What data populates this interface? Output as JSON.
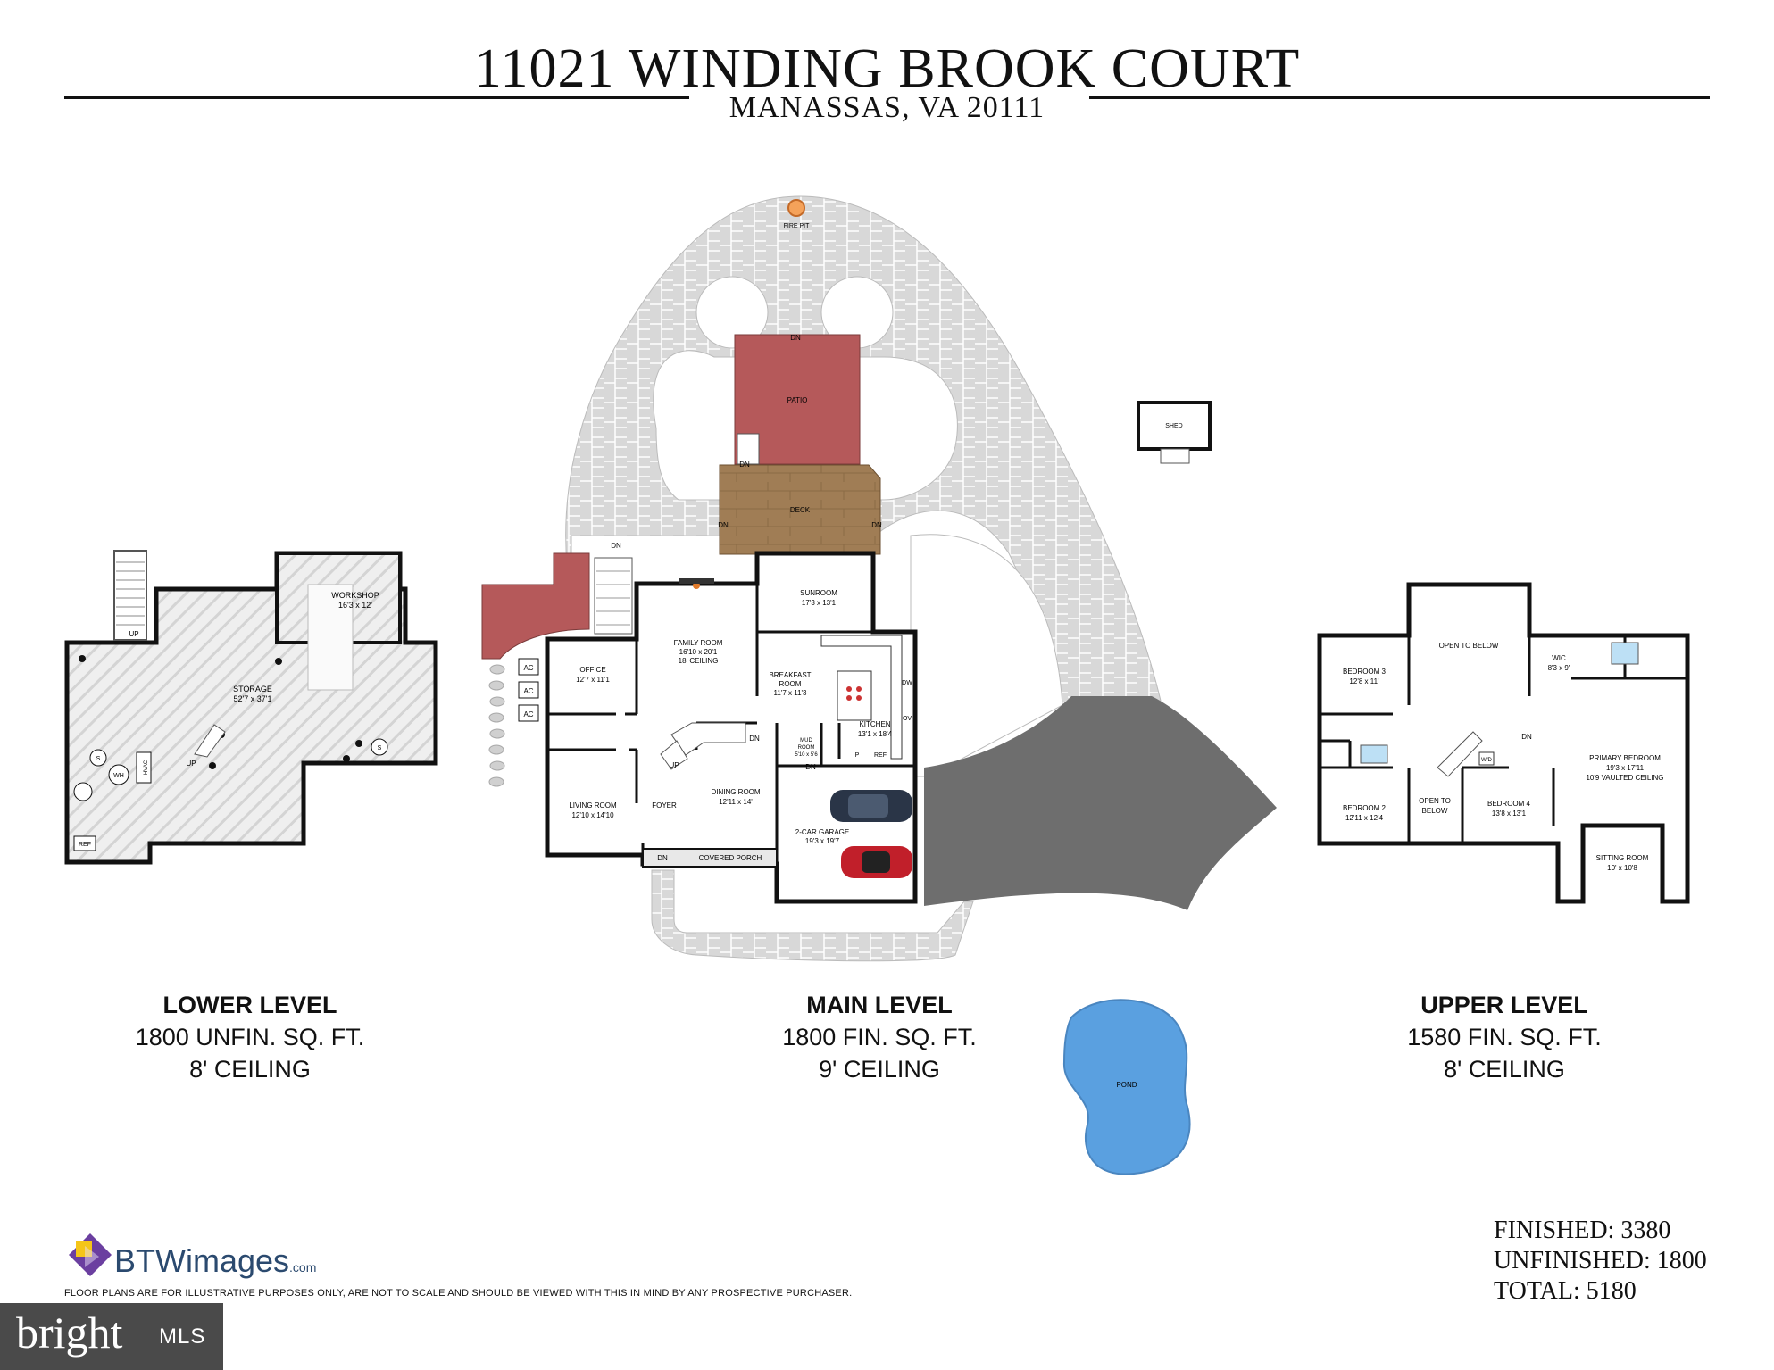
{
  "header": {
    "title": "11021 WINDING BROOK COURT",
    "subtitle": "MANASSAS, VA 20111"
  },
  "levels": [
    {
      "name": "LOWER LEVEL",
      "area": "1800 UNFIN. SQ. FT.",
      "ceiling": "8' CEILING"
    },
    {
      "name": "MAIN LEVEL",
      "area": "1800 FIN. SQ. FT.",
      "ceiling": "9' CEILING"
    },
    {
      "name": "UPPER LEVEL",
      "area": "1580 FIN. SQ. FT.",
      "ceiling": "8' CEILING"
    }
  ],
  "totals": {
    "finished": "FINISHED: 3380",
    "unfinished": "UNFINISHED: 1800",
    "total": "TOTAL: 5180"
  },
  "branding": {
    "logo_text": "BTWimages",
    "logo_suffix": ".com",
    "disclaimer": "FLOOR PLANS ARE FOR ILLUSTRATIVE PURPOSES ONLY, ARE NOT TO SCALE AND SHOULD BE VIEWED WITH THIS IN MIND BY ANY PROSPECTIVE PURCHASER.",
    "mls_brand": "bright",
    "mls_suffix": "MLS"
  },
  "lower_plan": {
    "workshop": "WORKSHOP",
    "workshop_dim": "16'3 x 12'",
    "storage": "STORAGE",
    "storage_dim": "52'7 x 37'1",
    "up": "UP",
    "up2": "UP",
    "wh": "WH",
    "hvac": "HVAC",
    "s": "S",
    "ref": "REF"
  },
  "main_plan": {
    "fire_pit": "FIRE PIT",
    "patio": "PATIO",
    "deck": "DECK",
    "shed": "SHED",
    "dn": "DN",
    "sunroom": "SUNROOM",
    "sunroom_dim": "17'3 x 13'1",
    "family_room": "FAMILY ROOM",
    "family_room_dim": "16'10 x 20'1",
    "family_room_ceiling": "18' CEILING",
    "breakfast_room": "BREAKFAST",
    "breakfast_room2": "ROOM",
    "breakfast_dim": "11'7 x 11'3",
    "office": "OFFICE",
    "office_dim": "12'7 x 11'1",
    "kitchen": "KITCHEN",
    "kitchen_dim": "13'1 x 18'4",
    "living_room": "LIVING ROOM",
    "living_room_dim": "12'10 x 14'10",
    "foyer": "FOYER",
    "dining_room": "DINING ROOM",
    "dining_room_dim": "12'11 x 14'",
    "mud_room": "MUD",
    "mud_room2": "ROOM",
    "mud_dim": "5'10 x 5'6",
    "garage": "2-CAR GARAGE",
    "garage_dim": "19'3 x 19'7",
    "covered_porch": "COVERED PORCH",
    "ac": "AC",
    "dw": "DW",
    "ov": "OV",
    "p": "P",
    "ref": "REF",
    "up": "UP",
    "pond": "POND"
  },
  "upper_plan": {
    "open_below": "OPEN TO BELOW",
    "bedroom3": "BEDROOM 3",
    "bedroom3_dim": "12'8 x 11'",
    "wic": "WIC",
    "wic_dim": "8'3 x 9'",
    "primary": "PRIMARY BEDROOM",
    "primary_dim": "19'3 x 17'11",
    "primary_ceiling": "10'9 VAULTED CEILING",
    "bedroom2": "BEDROOM 2",
    "bedroom2_dim": "12'11 x 12'4",
    "open_to": "OPEN TO",
    "below": "BELOW",
    "bedroom4": "BEDROOM 4",
    "bedroom4_dim": "13'8 x 13'1",
    "sitting": "SITTING ROOM",
    "sitting_dim": "10' x 10'8",
    "dn": "DN",
    "wd": "W/D"
  },
  "colors": {
    "walls": "#111111",
    "patio": "#b5595a",
    "deck": "#9c7b55",
    "stone": "#d9d9d9",
    "driveway": "#6e6e6e",
    "pond": "#5aa0e0",
    "storage_hatch": "#e6e6e6"
  }
}
